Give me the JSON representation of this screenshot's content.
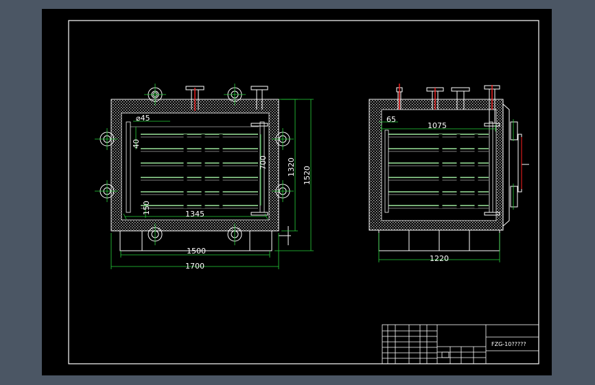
{
  "colors": {
    "background": "#4b5664",
    "sheet": "#000000",
    "frame": "#ffffff",
    "insulation_hatch": "#cfcfcf",
    "shelf": "#8fe08f",
    "dimension": "#27d63b",
    "pipe_marker": "#ff2020"
  },
  "views": {
    "front": {
      "dim_hole": "⌀45",
      "dim_inner_height": "1320",
      "dim_outer_height": "1520",
      "dim_shelf_pitch": "700",
      "dim_inner_width": "1345",
      "dim_leg_span": "1500",
      "dim_overall_width": "1700",
      "dim_top_offset": "40",
      "dim_bottom_offset": "150"
    },
    "side": {
      "dim_wall": "65",
      "dim_inner_depth": "1075",
      "dim_overall_depth": "1220"
    }
  },
  "title_block": {
    "drawing_name": "FZG-10?????"
  },
  "icons": {
    "flange": "flange-icon",
    "pipe": "pipe-icon",
    "handle": "door-handle-icon"
  }
}
